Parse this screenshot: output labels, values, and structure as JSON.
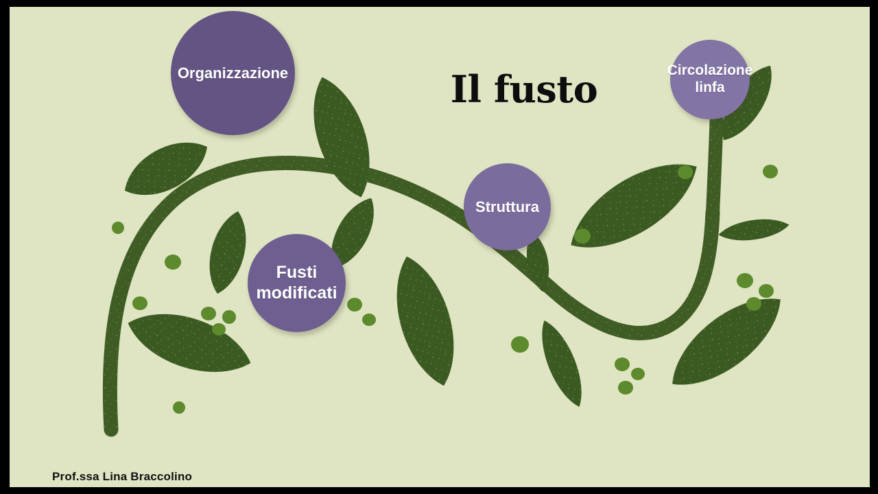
{
  "slide": {
    "title": "Il fusto",
    "author_credit": "Prof.ssa Lina Braccolino",
    "background_color": "#dfe4c2",
    "frame_color": "#000000"
  },
  "topics": [
    {
      "id": "organizzazione",
      "label": "Organizzazione",
      "color": "#635483",
      "position": "top-left"
    },
    {
      "id": "circolazione-linfa",
      "label": "Circolazione linfa",
      "color": "#8274a4",
      "position": "top-right"
    },
    {
      "id": "struttura",
      "label": "Struttura",
      "color": "#7a6c9c",
      "position": "center"
    },
    {
      "id": "fusti-modificati",
      "label": "Fusti modificati",
      "color": "#6e5f90",
      "position": "center-left"
    }
  ],
  "artwork": {
    "name": "vine-illustration",
    "stem_color": "#3e5c23",
    "leaf_color": "#3b5a22",
    "dot_color": "#5c8a2c",
    "description": "Curving S-shaped vine with leaves and small dots"
  }
}
